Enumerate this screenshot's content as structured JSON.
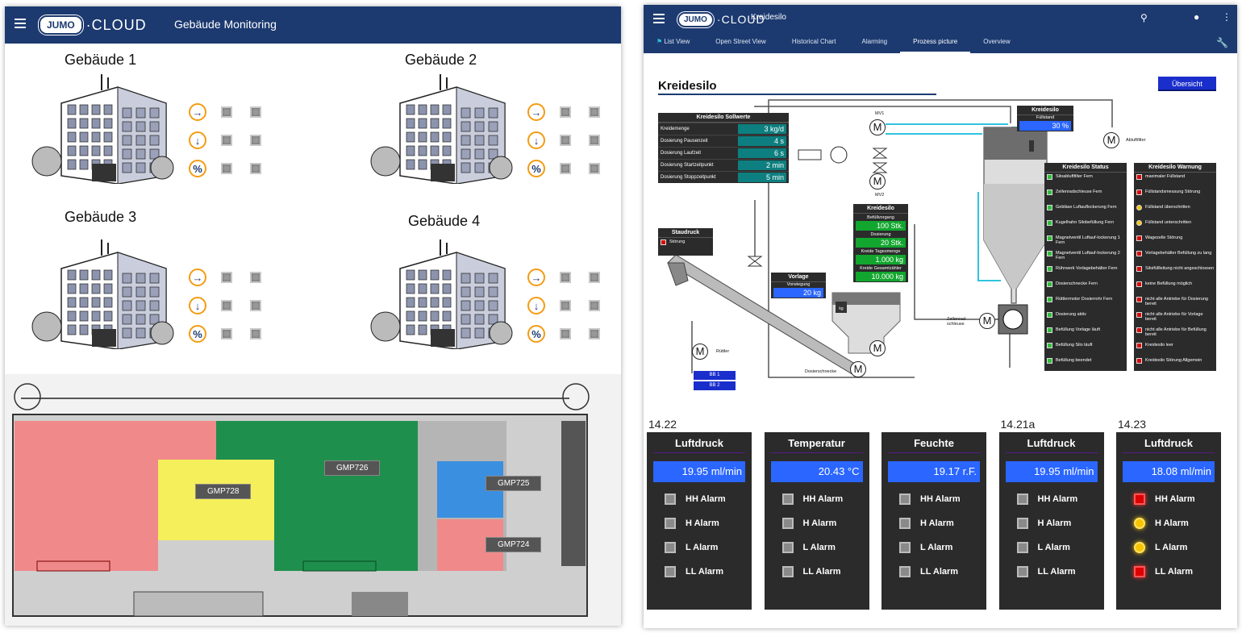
{
  "left": {
    "app_title": "Gebäude Monitoring",
    "logo_text": "JUMO",
    "cloud_text": "CLOUD",
    "buildings": [
      {
        "name": "Gebäude 1"
      },
      {
        "name": "Gebäude 2"
      },
      {
        "name": "Gebäude 3"
      },
      {
        "name": "Gebäude 4"
      }
    ],
    "sensor_icons": [
      "door-icon",
      "thermometer-icon",
      "humidity-icon"
    ],
    "floor_labels": [
      "GMP726",
      "GMP728",
      "GMP725",
      "GMP724"
    ]
  },
  "right": {
    "logo_text": "JUMO",
    "cloud_text": "CLOUD",
    "app_title": "Kreidesilo",
    "tabs": [
      "List View",
      "Open Street View",
      "Historical Chart",
      "Alarming",
      "Prozess picture",
      "Overview"
    ],
    "active_tab": "Prozess picture",
    "process": {
      "title": "Kreidesilo",
      "overview_button": "Übersicht",
      "sollwerte": {
        "title": "Kreidesilo Sollwerte",
        "rows": [
          {
            "label": "Kreidemenge",
            "value": "3 kg/d"
          },
          {
            "label": "Dosierung Pausenzeit",
            "value": "4 s"
          },
          {
            "label": "Dosierung Laufzeit",
            "value": "6 s"
          },
          {
            "label": "Dosierung Startzeitpunkt",
            "value": "2 min"
          },
          {
            "label": "Dosierung Stoppzeitpunkt",
            "value": "5 min"
          }
        ]
      },
      "fuellstand": {
        "title": "Kreidesilo",
        "label": "Füllstand",
        "value": "30 %"
      },
      "kreidesilo_counts": {
        "title": "Kreidesilo",
        "rows": [
          {
            "label": "Befüllvorgang",
            "value": "100 Stk."
          },
          {
            "label": "Dosierung",
            "value": "20 Stk."
          },
          {
            "label": "Kreide Tagesmenge",
            "value": "1.000 kg"
          },
          {
            "label": "Kreide Gesamtzähler",
            "value": "10.000 kg"
          }
        ]
      },
      "vorlage": {
        "title": "Vorlage",
        "label": "Vorwiegung",
        "value": "20 kg"
      },
      "staudruck": {
        "title": "Staudruck",
        "label": "Störung"
      },
      "status": {
        "title": "Kreidesilo Status",
        "items": [
          "Siloabluftfilter Fern",
          "Zellenradschleuse Fern",
          "Gebläse Luftauflockerung Fern",
          "Kugelhahn Silobefüllung Fern",
          "Magnetventil Luftauf-lockerung 1 Fern",
          "Magnetventil Luftauf-lockerung 2 Fern",
          "Rührwerk Vorlagebehälter Fern",
          "Dosierschnecke Fern",
          "Rüttlermotor Dosierrohr Fern",
          "Dosierung aktiv",
          "Befüllung Vorlage läuft",
          "Befüllung Silo läuft",
          "Befüllung beendet"
        ]
      },
      "warnung": {
        "title": "Kreidesilo Warnung",
        "items": [
          {
            "label": "maximaler Füllstand",
            "state": "red"
          },
          {
            "label": "Füllstandsmessung Störung",
            "state": "red"
          },
          {
            "label": "Füllstand überschritten",
            "state": "yellow"
          },
          {
            "label": "Füllstand unterschritten",
            "state": "yellow"
          },
          {
            "label": "Wagezelle Störung",
            "state": "red"
          },
          {
            "label": "Vorlagebehälter Befüllung zu lang",
            "state": "red"
          },
          {
            "label": "Siloifüllleitung nicht angeschlossen",
            "state": "red"
          },
          {
            "label": "keine Befüllung möglich",
            "state": "red"
          },
          {
            "label": "nicht alle Antriebe für Dosierung bereit",
            "state": "red"
          },
          {
            "label": "nicht alle Antriebe für Vorlage bereit",
            "state": "red"
          },
          {
            "label": "nicht alle Antriebe für Befüllung bereit",
            "state": "red"
          },
          {
            "label": "Kreidesilo leer",
            "state": "red"
          },
          {
            "label": "Kreidesilo Störung Allgemein",
            "state": "red"
          }
        ]
      },
      "labels": {
        "mv1": "MV1",
        "mv2": "MV2",
        "abluftfilter": "Abluftfilter",
        "zellenradschleuse": "Zellenrad-schleuse",
        "dosierschnecke": "Dosierschnecke",
        "ruettler": "Rüttler",
        "bb1": "BB 1",
        "bb2": "BB 2",
        "kg": "kg",
        "motor": "M"
      }
    },
    "cards": [
      {
        "id": "14.22",
        "title": "Luftdruck",
        "value": "19.95 ml/min",
        "alarms": [
          {
            "label": "HH Alarm",
            "state": "off"
          },
          {
            "label": "H Alarm",
            "state": "off"
          },
          {
            "label": "L Alarm",
            "state": "off"
          },
          {
            "label": "LL Alarm",
            "state": "off"
          }
        ]
      },
      {
        "id": "",
        "title": "Temperatur",
        "value": "20.43 °C",
        "alarms": [
          {
            "label": "HH Alarm",
            "state": "off"
          },
          {
            "label": "H Alarm",
            "state": "off"
          },
          {
            "label": "L Alarm",
            "state": "off"
          },
          {
            "label": "LL Alarm",
            "state": "off"
          }
        ]
      },
      {
        "id": "",
        "title": "Feuchte",
        "value": "19.17 r.F.",
        "alarms": [
          {
            "label": "HH Alarm",
            "state": "off"
          },
          {
            "label": "H Alarm",
            "state": "off"
          },
          {
            "label": "L Alarm",
            "state": "off"
          },
          {
            "label": "LL Alarm",
            "state": "off"
          }
        ]
      },
      {
        "id": "14.21a",
        "title": "Luftdruck",
        "value": "19.95 ml/min",
        "alarms": [
          {
            "label": "HH Alarm",
            "state": "off"
          },
          {
            "label": "H Alarm",
            "state": "off"
          },
          {
            "label": "L Alarm",
            "state": "off"
          },
          {
            "label": "LL Alarm",
            "state": "off"
          }
        ]
      },
      {
        "id": "14.23",
        "title": "Luftdruck",
        "value": "18.08 ml/min",
        "alarms": [
          {
            "label": "HH Alarm",
            "state": "red"
          },
          {
            "label": "H Alarm",
            "state": "yellow"
          },
          {
            "label": "L Alarm",
            "state": "yellow"
          },
          {
            "label": "LL Alarm",
            "state": "red"
          }
        ]
      }
    ]
  }
}
